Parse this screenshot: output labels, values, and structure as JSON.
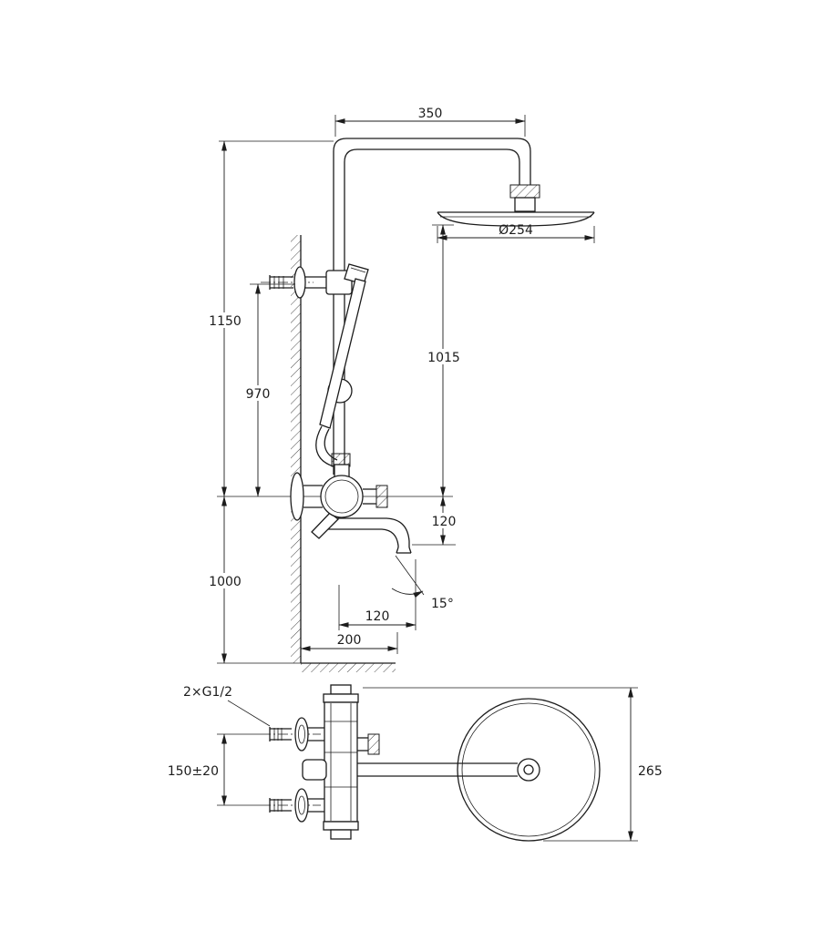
{
  "colors": {
    "line": "#1c1c1c",
    "background": "#ffffff"
  },
  "front_view": {
    "arm_width": "350",
    "head_diameter": "Ø254",
    "height_total": "1150",
    "height_hand_shower": "970",
    "head_to_spout_axis": "1015",
    "install_height": "1000",
    "spout_drop": "120",
    "spout_angle": "15°",
    "spout_reach": "120",
    "wall_to_spout_tip": "200"
  },
  "plan_view": {
    "connection_thread": "2×G1/2",
    "inlet_spacing": "150±20",
    "wall_to_head_front": "265"
  }
}
